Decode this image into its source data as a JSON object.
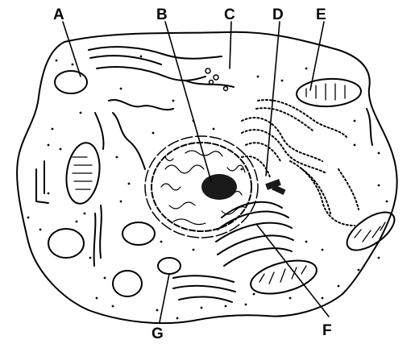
{
  "labels": {
    "a": "A",
    "b": "B",
    "c": "C",
    "d": "D",
    "e": "E",
    "f": "F",
    "g": "G"
  },
  "colors": {
    "ink": "#000000",
    "background": "#ffffff"
  }
}
